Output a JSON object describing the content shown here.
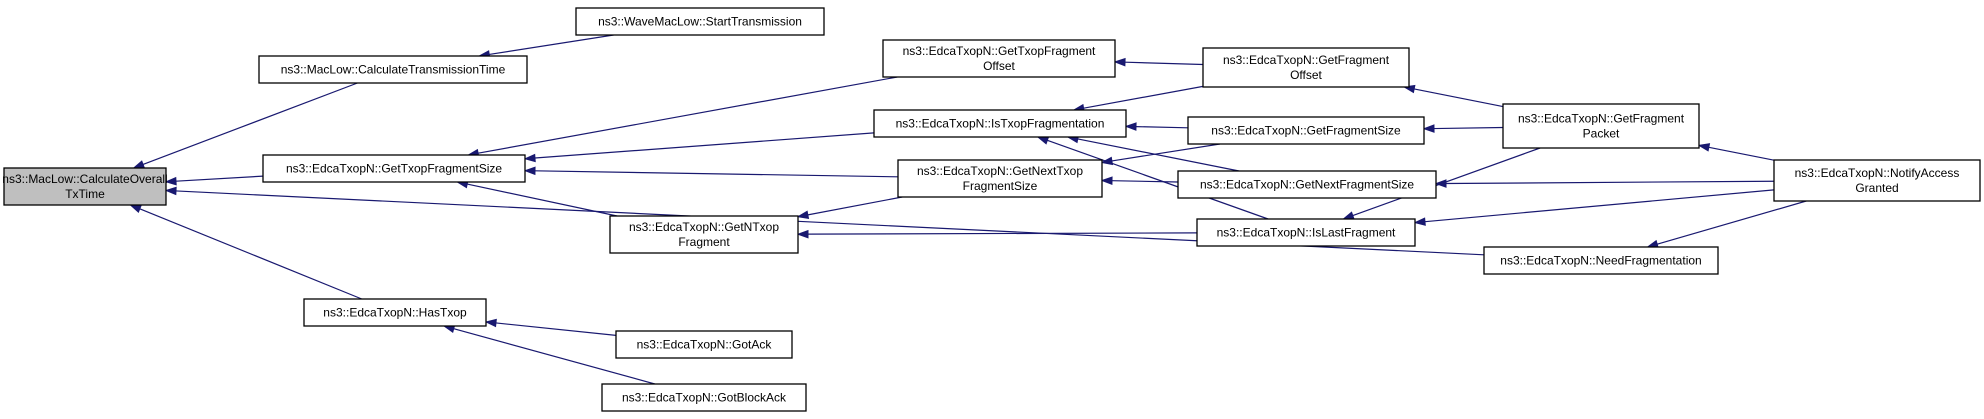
{
  "diagram": {
    "nodes": [
      {
        "id": "calc_overall",
        "lines": [
          "ns3::MacLow::CalculateOverall",
          "TxTime"
        ],
        "root": true
      },
      {
        "id": "calc_tx_time",
        "lines": [
          "ns3::MacLow::CalculateTransmissionTime"
        ]
      },
      {
        "id": "wave_start",
        "lines": [
          "ns3::WaveMacLow::StartTransmission"
        ]
      },
      {
        "id": "get_txop_frag_size",
        "lines": [
          "ns3::EdcaTxopN::GetTxopFragmentSize"
        ]
      },
      {
        "id": "has_txop",
        "lines": [
          "ns3::EdcaTxopN::HasTxop"
        ]
      },
      {
        "id": "get_txop_frag_offset",
        "lines": [
          "ns3::EdcaTxopN::GetTxopFragment",
          "Offset"
        ]
      },
      {
        "id": "is_txop_frag",
        "lines": [
          "ns3::EdcaTxopN::IsTxopFragmentation"
        ]
      },
      {
        "id": "get_next_txop_frag_size",
        "lines": [
          "ns3::EdcaTxopN::GetNextTxop",
          "FragmentSize"
        ]
      },
      {
        "id": "get_ntxop_frag",
        "lines": [
          "ns3::EdcaTxopN::GetNTxop",
          "Fragment"
        ]
      },
      {
        "id": "got_ack",
        "lines": [
          "ns3::EdcaTxopN::GotAck"
        ]
      },
      {
        "id": "got_block_ack",
        "lines": [
          "ns3::EdcaTxopN::GotBlockAck"
        ]
      },
      {
        "id": "get_frag_offset",
        "lines": [
          "ns3::EdcaTxopN::GetFragment",
          "Offset"
        ]
      },
      {
        "id": "get_frag_size",
        "lines": [
          "ns3::EdcaTxopN::GetFragmentSize"
        ]
      },
      {
        "id": "get_next_frag_size",
        "lines": [
          "ns3::EdcaTxopN::GetNextFragmentSize"
        ]
      },
      {
        "id": "is_last_frag",
        "lines": [
          "ns3::EdcaTxopN::IsLastFragment"
        ]
      },
      {
        "id": "get_frag_packet",
        "lines": [
          "ns3::EdcaTxopN::GetFragment",
          "Packet"
        ]
      },
      {
        "id": "need_frag",
        "lines": [
          "ns3::EdcaTxopN::NeedFragmentation"
        ]
      },
      {
        "id": "notify_access",
        "lines": [
          "ns3::EdcaTxopN::NotifyAccess",
          "Granted"
        ]
      }
    ],
    "edges": [
      {
        "from": "calc_tx_time",
        "to": "calc_overall"
      },
      {
        "from": "get_txop_frag_size",
        "to": "calc_overall"
      },
      {
        "from": "need_frag",
        "to": "calc_overall"
      },
      {
        "from": "has_txop",
        "to": "calc_overall"
      },
      {
        "from": "wave_start",
        "to": "calc_tx_time"
      },
      {
        "from": "get_txop_frag_offset",
        "to": "get_txop_frag_size"
      },
      {
        "from": "is_txop_frag",
        "to": "get_txop_frag_size"
      },
      {
        "from": "get_next_txop_frag_size",
        "to": "get_txop_frag_size"
      },
      {
        "from": "get_ntxop_frag",
        "to": "get_txop_frag_size"
      },
      {
        "from": "got_ack",
        "to": "has_txop"
      },
      {
        "from": "got_block_ack",
        "to": "has_txop"
      },
      {
        "from": "get_frag_offset",
        "to": "get_txop_frag_offset"
      },
      {
        "from": "get_frag_offset",
        "to": "is_txop_frag"
      },
      {
        "from": "get_frag_size",
        "to": "is_txop_frag"
      },
      {
        "from": "get_next_frag_size",
        "to": "is_txop_frag"
      },
      {
        "from": "is_last_frag",
        "to": "is_txop_frag"
      },
      {
        "from": "get_frag_size",
        "to": "get_next_txop_frag_size"
      },
      {
        "from": "get_next_frag_size",
        "to": "get_next_txop_frag_size"
      },
      {
        "from": "get_next_txop_frag_size",
        "to": "get_ntxop_frag"
      },
      {
        "from": "is_last_frag",
        "to": "get_ntxop_frag"
      },
      {
        "from": "get_frag_packet",
        "to": "get_frag_offset"
      },
      {
        "from": "get_frag_packet",
        "to": "get_frag_size"
      },
      {
        "from": "notify_access",
        "to": "get_next_frag_size"
      },
      {
        "from": "get_frag_packet",
        "to": "is_last_frag"
      },
      {
        "from": "notify_access",
        "to": "is_last_frag"
      },
      {
        "from": "notify_access",
        "to": "get_frag_packet"
      },
      {
        "from": "notify_access",
        "to": "need_frag"
      }
    ]
  },
  "colors": {
    "edge": "#191970",
    "root_fill": "#bfbfbf",
    "node_fill": "#ffffff",
    "border": "#000000"
  }
}
